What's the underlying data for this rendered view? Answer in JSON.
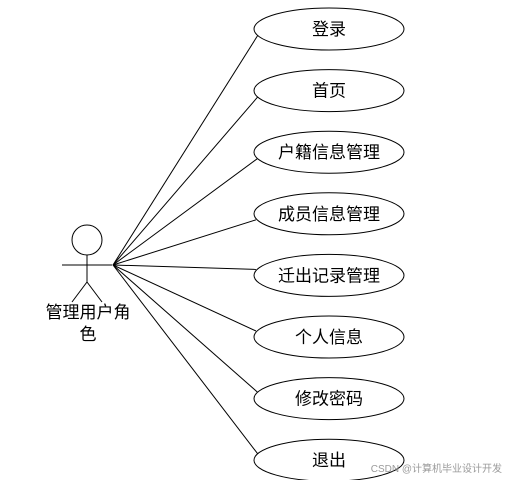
{
  "actor": {
    "label": "管理用户角色"
  },
  "use_cases": [
    {
      "id": "login",
      "label": "登录"
    },
    {
      "id": "home",
      "label": "首页"
    },
    {
      "id": "household-management",
      "label": "户籍信息管理"
    },
    {
      "id": "member-management",
      "label": "成员信息管理"
    },
    {
      "id": "moveout-management",
      "label": "迁出记录管理"
    },
    {
      "id": "personal-info",
      "label": "个人信息"
    },
    {
      "id": "change-password",
      "label": "修改密码"
    },
    {
      "id": "logout",
      "label": "退出"
    }
  ],
  "watermark": "CSDN @计算机毕业设计开发",
  "colors": {
    "ellipse_fill": "#ffffff",
    "stroke": "#000000"
  }
}
